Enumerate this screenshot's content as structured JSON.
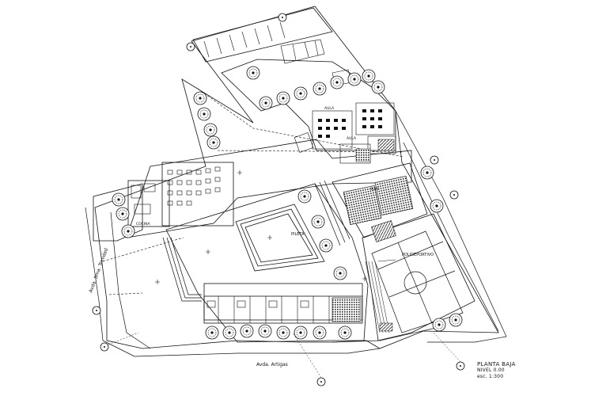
{
  "labels": {
    "street_left": "Avda. Sma. Trinidad",
    "street_bottom": "Avda. Artigas",
    "sports_court": "POLIDEPORTIVO",
    "pool": "PILETA",
    "room_upper": "AULA",
    "room_center": "AULA",
    "room_gallery": "SUM",
    "room_left": "COCINA"
  },
  "title_block": {
    "title": "PLANTA BAJA",
    "level": "NIVEL  0.00",
    "scale": "esc.    1:300"
  },
  "colors": {
    "line": "#111111",
    "background": "#ffffff",
    "hatch": "#222222",
    "pool_fill": "#ffffff"
  },
  "icons": [
    "tree-icon",
    "axis-marker-icon",
    "level-marker-icon",
    "parking-stall-icon"
  ]
}
